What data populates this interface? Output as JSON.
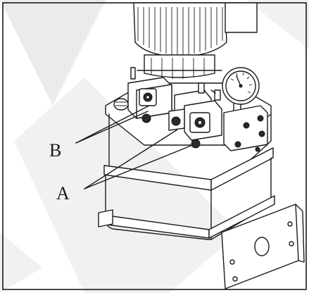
{
  "callouts": {
    "b": {
      "label": "B"
    },
    "a": {
      "label": "A"
    }
  },
  "watermark": {
    "color": "#d9d9d9"
  },
  "icons": [
    "motor",
    "pressure-gauge",
    "solenoid-valve",
    "reservoir-tank",
    "mounting-bracket"
  ]
}
